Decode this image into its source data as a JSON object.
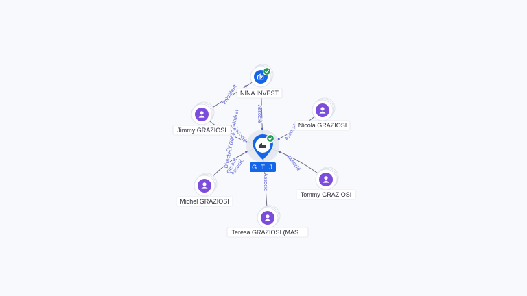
{
  "graph": {
    "center": {
      "id": "gtj",
      "label": "G T J",
      "kind": "company",
      "verified": true
    },
    "nodes": [
      {
        "id": "nina",
        "label": "NINA INVEST",
        "kind": "company",
        "verified": true
      },
      {
        "id": "jimmy",
        "label": "Jimmy GRAZIOSI",
        "kind": "person"
      },
      {
        "id": "nicola",
        "label": "Nicola GRAZIOSI",
        "kind": "person"
      },
      {
        "id": "michel",
        "label": "Michel GRAZIOSI",
        "kind": "person"
      },
      {
        "id": "tommy",
        "label": "Tommy GRAZIOSI",
        "kind": "person"
      },
      {
        "id": "teresa",
        "label": "Teresa GRAZIOSI (MAS...",
        "kind": "person"
      }
    ],
    "edges": [
      {
        "from": "jimmy",
        "to": "nina",
        "labels": [
          "Président"
        ]
      },
      {
        "from": "nina",
        "to": "gtj",
        "labels": [
          "Associé"
        ]
      },
      {
        "from": "jimmy",
        "to": "gtj",
        "labels": [
          "Directeur Général",
          "Associé"
        ]
      },
      {
        "from": "nicola",
        "to": "gtj",
        "labels": [
          "Associé"
        ]
      },
      {
        "from": "michel",
        "to": "gtj",
        "labels": [
          "Directeur Général",
          "Gérant",
          "Associé"
        ]
      },
      {
        "from": "tommy",
        "to": "gtj",
        "labels": [
          "Associé"
        ]
      },
      {
        "from": "teresa",
        "to": "gtj",
        "labels": [
          "Associé"
        ]
      }
    ]
  },
  "colors": {
    "person": "#7c4ddb",
    "company": "#1565e8",
    "verified": "#1f9d55",
    "edge_label": "#5b5fd6",
    "background": "#f7f9fc"
  },
  "icons": {
    "person": "person-icon",
    "company": "building-icon",
    "verified": "check-badge-icon"
  }
}
